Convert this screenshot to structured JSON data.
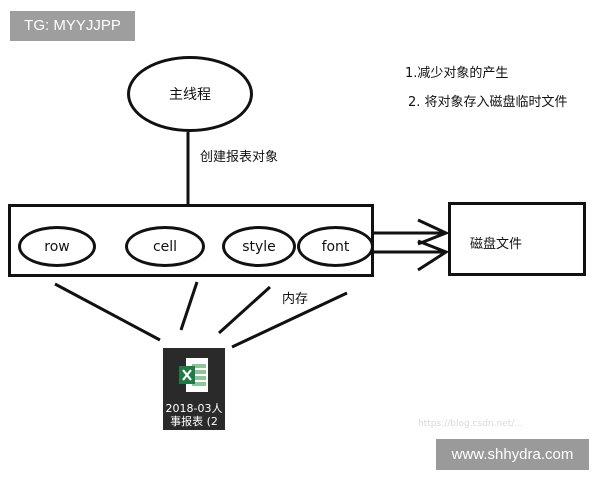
{
  "watermarks": {
    "top_left": "TG: MYYJJPP",
    "bottom_right": "www.shhydra.com",
    "faint_url": "https://blog.csdn.net/..."
  },
  "diagram": {
    "main_thread": "主线程",
    "create_label": "创建报表对象",
    "objects": [
      "row",
      "cell",
      "style",
      "font"
    ],
    "memory_label": "内存",
    "disk_file": "磁盘文件",
    "notes": [
      "1.减少对象的产生",
      "2.  将对象存入磁盘临时文件"
    ]
  },
  "excel_file": {
    "name": "2018-03人事报表 (2"
  }
}
